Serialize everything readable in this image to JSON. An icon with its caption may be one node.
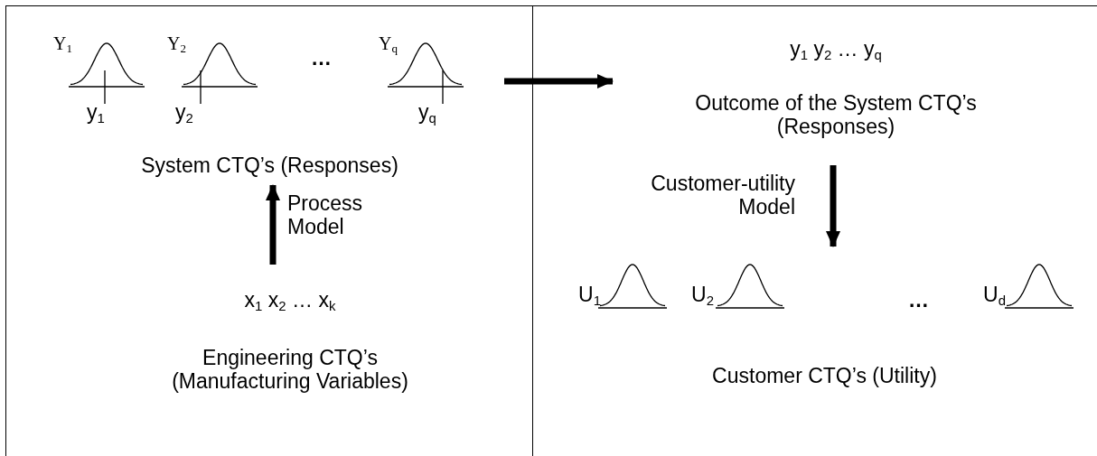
{
  "diagram": {
    "nodes": [
      {
        "text": [],
        "shape": "box"
      },
      {
        "text": [],
        "shape": "box"
      },
      {
        "text": [
          "System CTQ’s (Responses)"
        ],
        "in": 0
      },
      {
        "text": [
          "x$_{1}$ x$_{2}$  … x$_{k}$",
          "Engineering CTQ’s (Manufacturing Variables)"
        ],
        "in": 0
      },
      {
        "text": [
          "y$_{1}$ y$_{2}$  … y$_{q}$",
          "Outcome of the System CTQ’s (Responses)"
        ],
        "in": 1
      },
      {
        "text": [
          "Customer CTQ’s (Utility)"
        ],
        "in": 1
      }
    ],
    "edges": [
      {
        "from": 3,
        "to": 2,
        "arrow": "to",
        "label": "Process Model"
      },
      {
        "from": 2,
        "to": 4,
        "arrow": "to"
      },
      {
        "from": 4,
        "to": 5,
        "arrow": "to",
        "label": "Customer-utility Model"
      }
    ],
    "labels": [
      "Y$_{1}$",
      "Y$_{2}$",
      "…",
      "Y$_{q}$",
      "y$_{1}$",
      "y$_{2}$",
      "y$_{q}$",
      "U$_{1}$",
      "U$_{2}$",
      "…",
      "U$_{d}$"
    ]
  }
}
